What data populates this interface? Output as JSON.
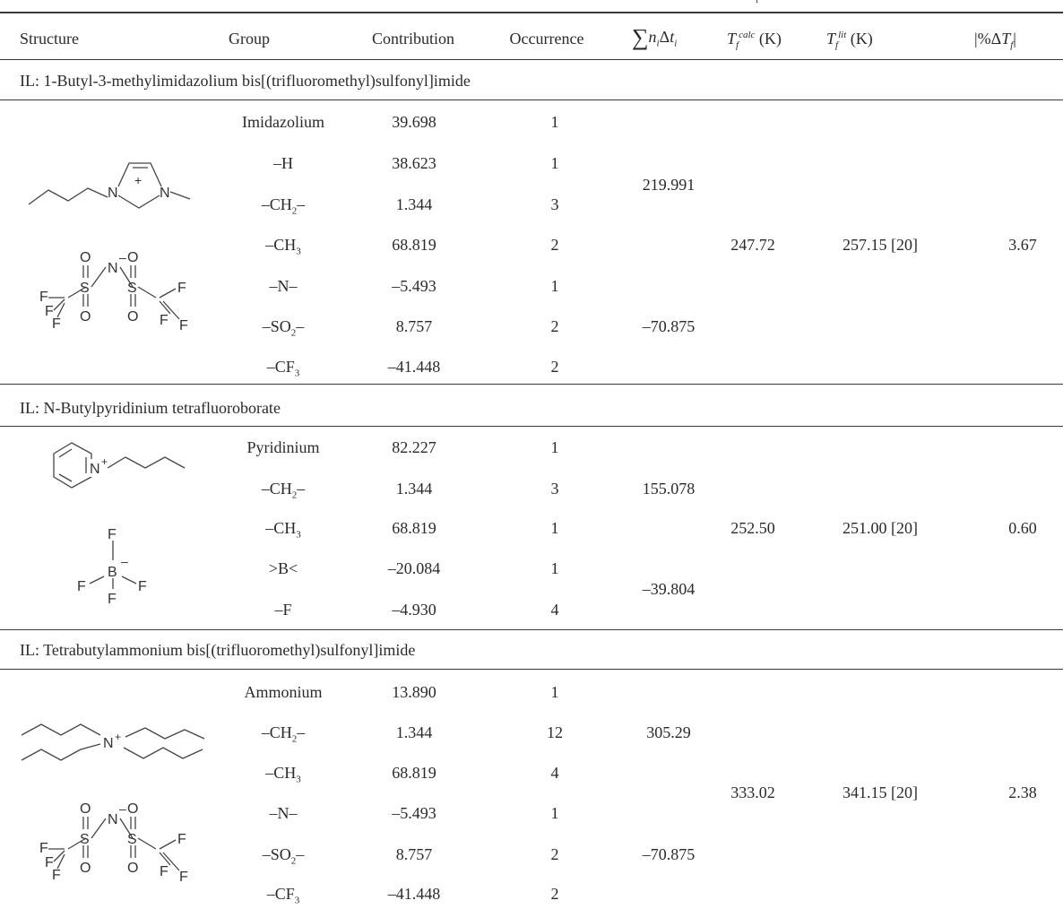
{
  "header": {
    "structure": "Structure",
    "group": "Group",
    "contribution": "Contribution",
    "occurrence": "Occurrence",
    "sum_symbol": "∑",
    "sum_n": "n",
    "sum_i1": "i",
    "sum_delta": "Δ",
    "sum_t": "t",
    "sum_i2": "i",
    "tcalc_T": "T",
    "tcalc_sub": "f",
    "tcalc_sup": "calc",
    "tcalc_unit": " (K)",
    "tlit_T": "T",
    "tlit_sub": "f",
    "tlit_sup": "lit",
    "tlit_unit": " (K)",
    "pct_pre": "|%Δ",
    "pct_T": "T",
    "pct_sub": "f",
    "pct_post": "|",
    "top_fragment": "f"
  },
  "sections": [
    {
      "title": "IL: 1-Butyl-3-methylimidazolium bis[(trifluoromethyl)sulfonyl]imide",
      "rows": [
        {
          "group": "Imidazolium",
          "contribution": "39.698",
          "occurrence": "1"
        },
        {
          "group": "–H",
          "contribution": "38.623",
          "occurrence": "1"
        },
        {
          "group": "–CH",
          "group_sub": "2",
          "group_post": "–",
          "contribution": "1.344",
          "occurrence": "3"
        },
        {
          "group": "–CH",
          "group_sub": "3",
          "group_post": "",
          "contribution": "68.819",
          "occurrence": "2"
        },
        {
          "group": "–N–",
          "contribution": "–5.493",
          "occurrence": "1"
        },
        {
          "group": "–SO",
          "group_sub": "2",
          "group_post": "–",
          "contribution": "8.757",
          "occurrence": "2"
        },
        {
          "group": "–CF",
          "group_sub": "3",
          "group_post": "",
          "contribution": "–41.448",
          "occurrence": "2"
        }
      ],
      "sum_cation": "219.991",
      "sum_anion": "–70.875",
      "t_calc": "247.72",
      "t_lit": "257.15 [20]",
      "pct": "3.67",
      "cation_labels": {
        "n1": "N",
        "n2": "N",
        "plus": "+"
      },
      "anion_labels": {
        "o": "O",
        "s": "S",
        "n": "N",
        "minus": "–",
        "f": "F"
      }
    },
    {
      "title": "IL: N-Butylpyridinium tetrafluoroborate",
      "rows": [
        {
          "group": "Pyridinium",
          "contribution": "82.227",
          "occurrence": "1"
        },
        {
          "group": "–CH",
          "group_sub": "2",
          "group_post": "–",
          "contribution": "1.344",
          "occurrence": "3"
        },
        {
          "group": "–CH",
          "group_sub": "3",
          "group_post": "",
          "contribution": "68.819",
          "occurrence": "1"
        },
        {
          "group": ">B<",
          "contribution": "–20.084",
          "occurrence": "1"
        },
        {
          "group": "–F",
          "contribution": "–4.930",
          "occurrence": "4"
        }
      ],
      "sum_cation": "155.078",
      "sum_anion": "–39.804",
      "t_calc": "252.50",
      "t_lit": "251.00 [20]",
      "pct": "0.60",
      "cation_labels": {
        "n": "N",
        "plus": "+"
      },
      "anion_labels": {
        "b": "B",
        "f": "F",
        "minus": "–"
      }
    },
    {
      "title": "IL: Tetrabutylammonium bis[(trifluoromethyl)sulfonyl]imide",
      "rows": [
        {
          "group": "Ammonium",
          "contribution": "13.890",
          "occurrence": "1"
        },
        {
          "group": "–CH",
          "group_sub": "2",
          "group_post": "–",
          "contribution": "1.344",
          "occurrence": "12"
        },
        {
          "group": "–CH",
          "group_sub": "3",
          "group_post": "",
          "contribution": "68.819",
          "occurrence": "4"
        },
        {
          "group": "–N–",
          "contribution": "–5.493",
          "occurrence": "1"
        },
        {
          "group": "–SO",
          "group_sub": "2",
          "group_post": "–",
          "contribution": "8.757",
          "occurrence": "2"
        },
        {
          "group": "–CF",
          "group_sub": "3",
          "group_post": "",
          "contribution": "–41.448",
          "occurrence": "2"
        }
      ],
      "sum_cation": "305.29",
      "sum_anion": "–70.875",
      "t_calc": "333.02",
      "t_lit": "341.15 [20]",
      "pct": "2.38",
      "cation_labels": {
        "n": "N",
        "plus": "+"
      },
      "anion_labels": {
        "o": "O",
        "s": "S",
        "n": "N",
        "minus": "–",
        "f": "F"
      }
    }
  ]
}
